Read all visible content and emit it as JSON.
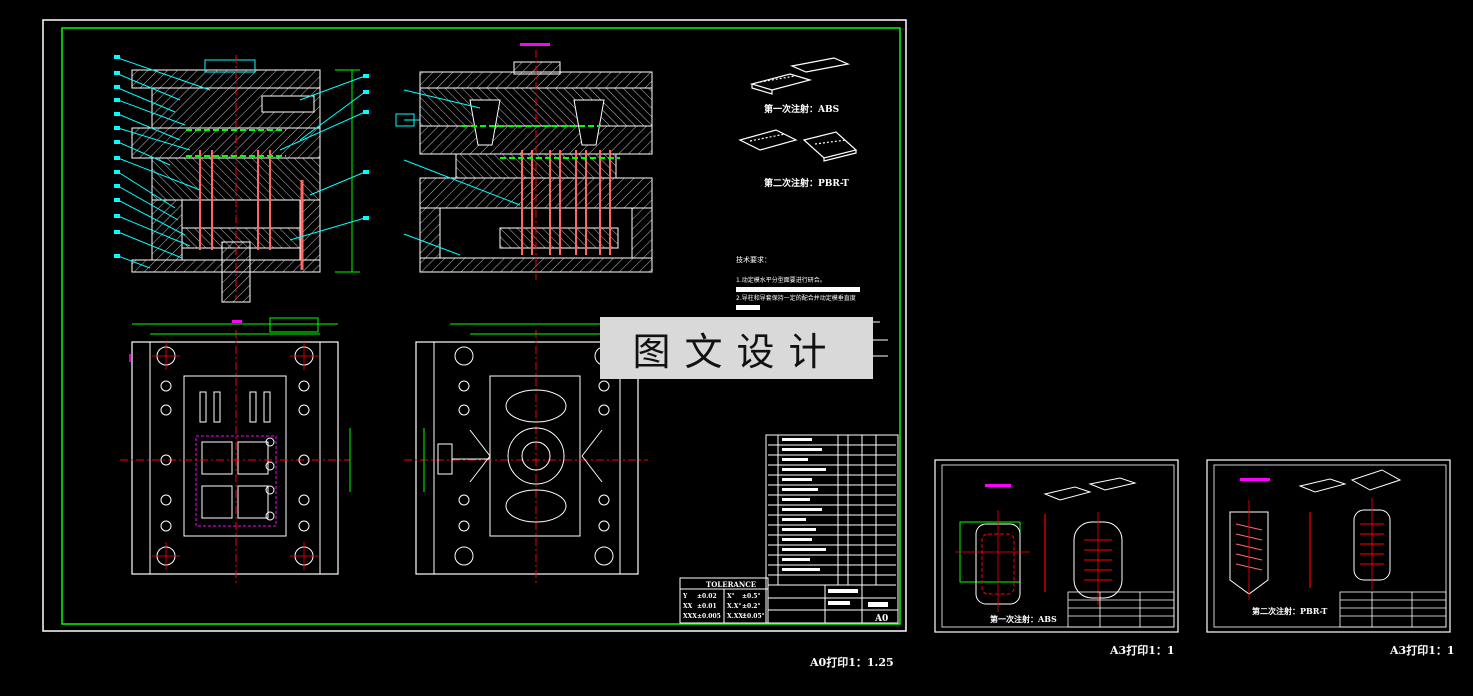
{
  "sheets": {
    "main": {
      "title_block_label": "A0",
      "print_scale": "A0打印1：1.25",
      "note_first_shot": "第一次注射：ABS",
      "note_second_shot": "第二次注射：PBR-T",
      "tech_requirements": {
        "heading": "技术要求：",
        "items": [
          "1.动定模水平分型面要进行研合。",
          "2.导柱和导套保持一定的配合并动定模垂直度"
        ]
      },
      "tolerance_header": "TOLERANCE",
      "tolerance_rows": [
        [
          "Y",
          "±0.02",
          "X°",
          "±0.5°"
        ],
        [
          "XX",
          "±0.01",
          "X.X°",
          "±0.2°"
        ],
        [
          "XXX",
          "±0.005",
          "X.XX°",
          "±0.05°"
        ]
      ]
    },
    "a3_first": {
      "caption": "第一次注射：ABS",
      "print_scale": "A3打印1：1"
    },
    "a3_second": {
      "caption": "第二次注射：PBR-T",
      "print_scale": "A3打印1：1"
    }
  },
  "watermark": "图文设计",
  "colors": {
    "background": "#000000",
    "frame": "#ffffff",
    "inner_border": "#00ff00",
    "section_lines": "#ffffff",
    "hatch": "#c8c8c8",
    "centerline": "#ff0000",
    "leader": "#00ffff",
    "ejector": "#ff6666",
    "dimension": "#00ff00",
    "highlight": "#ff00ff"
  }
}
